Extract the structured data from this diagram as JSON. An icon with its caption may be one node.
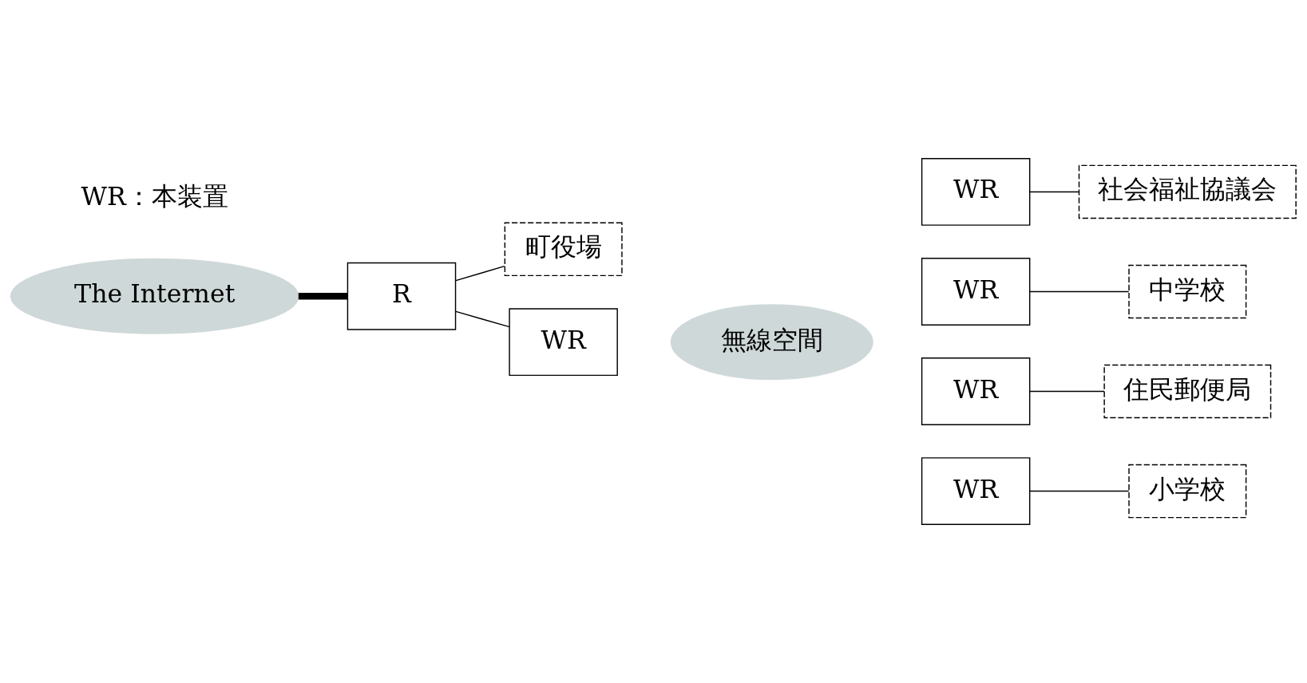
{
  "diagram": {
    "nodes": [
      {
        "text": [
          "The Internet"
        ]
      },
      {
        "text": [
          "町役場"
        ]
      },
      {
        "text": [
          "R"
        ]
      },
      {
        "text": [
          "WR"
        ]
      },
      {
        "text": [
          "無線空間"
        ]
      },
      {
        "text": [
          "WR"
        ]
      },
      {
        "text": [
          "社会福祉協議会"
        ]
      },
      {
        "text": [
          "WR"
        ]
      },
      {
        "text": [
          "中学校"
        ]
      },
      {
        "text": [
          "WR"
        ]
      },
      {
        "text": [
          "住民郵便局"
        ]
      },
      {
        "text": [
          "WR"
        ]
      },
      {
        "text": [
          "小学校"
        ]
      }
    ],
    "edges": [
      {
        "from": 0,
        "to": 2,
        "arrow": "none",
        "style": "thick"
      },
      {
        "from": 2,
        "to": 3,
        "arrow": "none"
      },
      {
        "from": 2,
        "to": 1,
        "arrow": "none"
      },
      {
        "from": 5,
        "to": 6,
        "arrow": "none"
      },
      {
        "from": 7,
        "to": 8,
        "arrow": "none"
      },
      {
        "from": 9,
        "to": 10,
        "arrow": "none"
      },
      {
        "from": 11,
        "to": 12,
        "arrow": "none"
      }
    ],
    "labels": [
      "WR：本装置"
    ]
  }
}
